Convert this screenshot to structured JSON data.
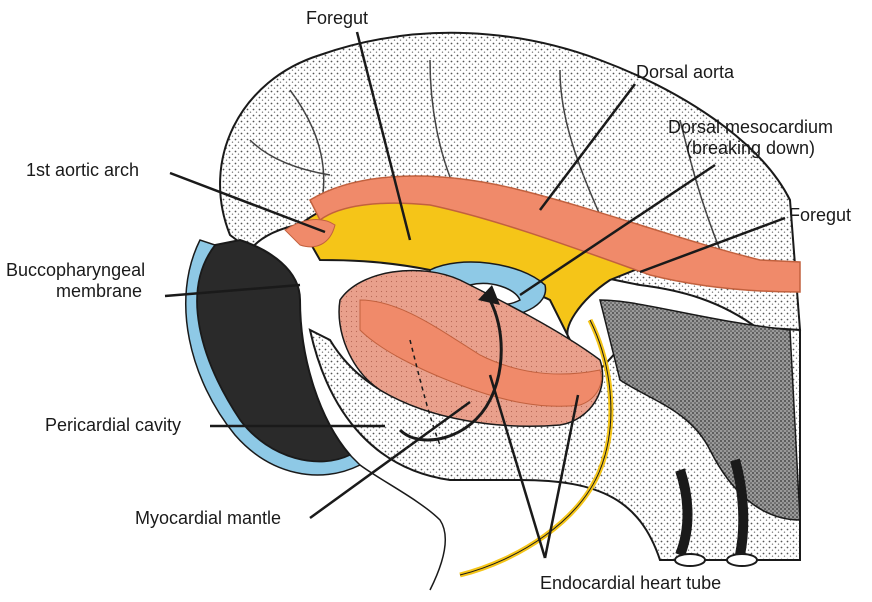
{
  "labels": {
    "foregut_top": "Foregut",
    "dorsal_aorta": "Dorsal aorta",
    "dorsal_mesocardium": [
      "Dorsal mesocardium",
      "(breaking down)"
    ],
    "foregut_right": "Foregut",
    "first_aortic_arch": "1st aortic arch",
    "buccopharyngeal_membrane": [
      "Buccopharyngeal",
      "membrane"
    ],
    "pericardial_cavity": "Pericardial cavity",
    "myocardial_mantle": "Myocardial mantle",
    "endocardial_heart_tube": "Endocardial heart tube"
  },
  "colors": {
    "foregut_yellow": "#f5c518",
    "aorta_salmon": "#f08a6a",
    "myocardium_pink": "#e9a08c",
    "cavity_blue": "#8ec9e6",
    "tissue_gray": "#6e6e6e",
    "outline": "#1a1a1a"
  }
}
